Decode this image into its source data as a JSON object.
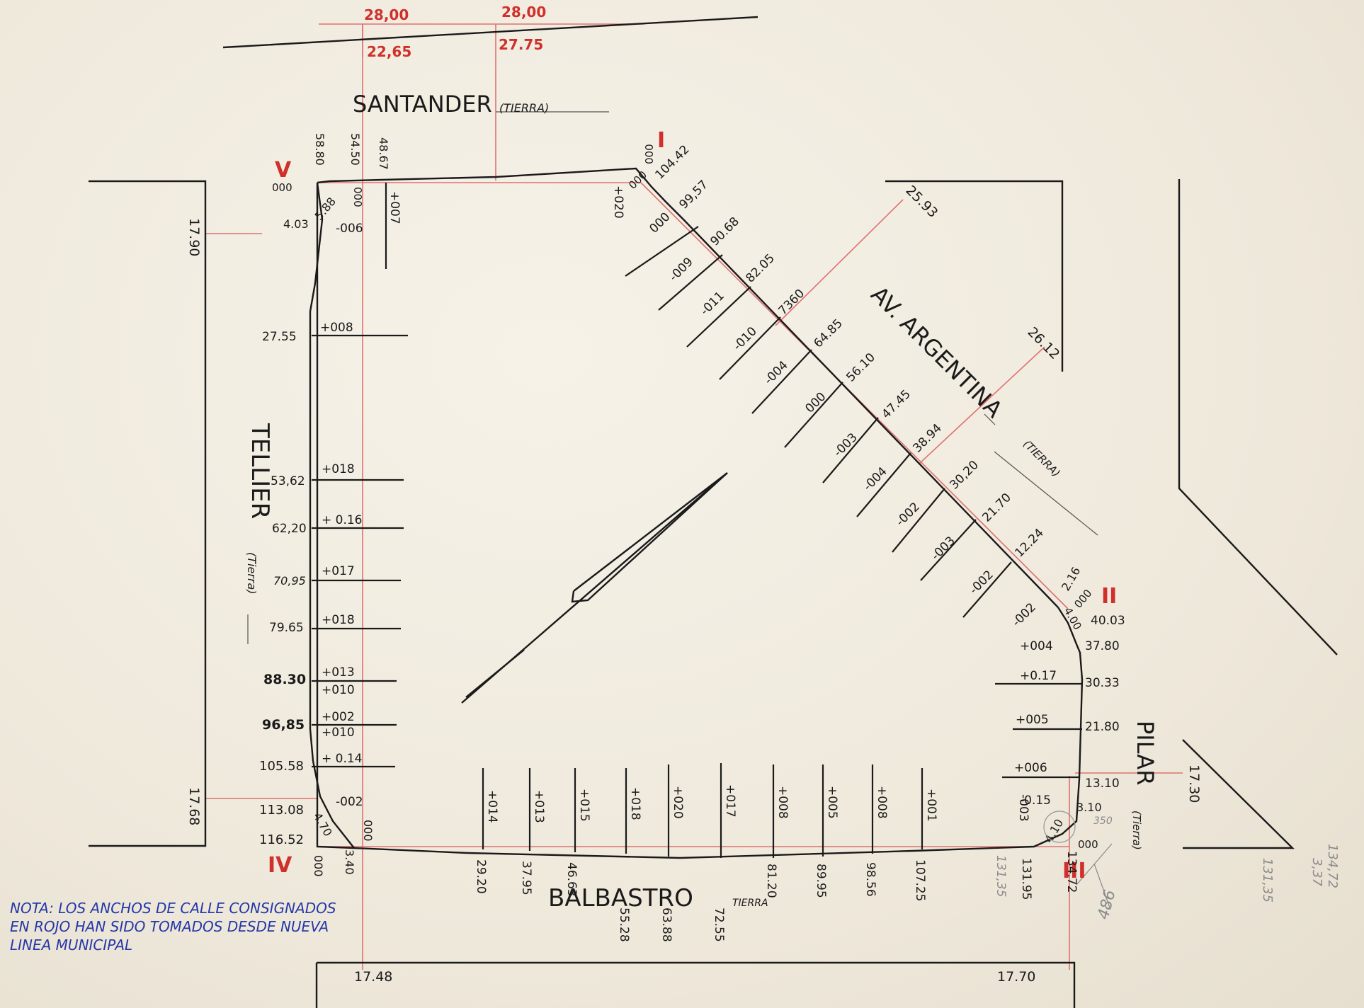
{
  "title_streets": {
    "santander": "SANTANDER",
    "santander_sub": "(TIERRA)",
    "tellier": "TELLIER",
    "tellier_sub": "(Tierra)",
    "av_argentina": "AV. ARGENTINA",
    "av_argentina_sub": "(TIERRA)",
    "pilar": "PILAR",
    "pilar_sub": "(Tierra)",
    "balbastro": "BALBASTRO",
    "balbastro_sub": "TIERRA"
  },
  "vertices": [
    "I",
    "II",
    "III",
    "IV",
    "V"
  ],
  "top_widths": [
    "28,00",
    "28,00",
    "22,65",
    "27.75"
  ],
  "street_widths": [
    "17.90",
    "17.68",
    "17.48",
    "17.70",
    "17.30",
    "25.93",
    "26.12"
  ],
  "north_stations": [
    "58.80",
    "54.50",
    "48.67",
    "000",
    "000",
    "4.03",
    "5.88",
    "-006",
    "+007",
    "+020",
    "000",
    "104.42",
    "000"
  ],
  "tellier_stations": [
    {
      "chain": "27.55",
      "level": "+008"
    },
    {
      "chain": "53,62",
      "level": "+018"
    },
    {
      "chain": "62,20",
      "level": "+ 0.16"
    },
    {
      "chain": "70,95",
      "level": "+017"
    },
    {
      "chain": "79.65",
      "level": "+018"
    },
    {
      "chain": "88.30",
      "level": "+013"
    },
    {
      "chain": "",
      "level": "+010"
    },
    {
      "chain": "96,85",
      "level": "+002"
    },
    {
      "chain": "",
      "level": "+010"
    },
    {
      "chain": "105.58",
      "level": "+ 0.14"
    },
    {
      "chain": "113.08",
      "level": "-002"
    },
    {
      "chain": "116.52",
      "level": "4.70"
    }
  ],
  "argentina_stations": [
    {
      "chain": "99,57",
      "level": "000"
    },
    {
      "chain": "90.68",
      "level": "-009"
    },
    {
      "chain": "82.05",
      "level": "-011"
    },
    {
      "chain": "7360",
      "level": "-010"
    },
    {
      "chain": "64.85",
      "level": "-004"
    },
    {
      "chain": "56.10",
      "level": "000"
    },
    {
      "chain": "47.45",
      "level": "-003"
    },
    {
      "chain": "38.94",
      "level": "-004"
    },
    {
      "chain": "30,20",
      "level": "-002"
    },
    {
      "chain": "21.70",
      "level": "-003"
    },
    {
      "chain": "12.24",
      "level": "-002"
    },
    {
      "chain": "2.16",
      "level": "-002"
    }
  ],
  "argentina_end": [
    "000",
    "4.00"
  ],
  "pilar_stations": [
    {
      "chain": "40.03",
      "level": ""
    },
    {
      "chain": "37.80",
      "level": "+004"
    },
    {
      "chain": "30.33",
      "level": "+0.17"
    },
    {
      "chain": "21.80",
      "level": "+005"
    },
    {
      "chain": "13.10",
      "level": "+006"
    },
    {
      "chain": "3.10",
      "level": "-0.15"
    }
  ],
  "pilar_extra": [
    "4.10",
    "000",
    "350"
  ],
  "balbastro_stations": [
    {
      "chain": "29.20",
      "level": "+014"
    },
    {
      "chain": "37.95",
      "level": "+013"
    },
    {
      "chain": "46.63",
      "level": "+015"
    },
    {
      "chain": "55.28",
      "level": "+018"
    },
    {
      "chain": "63.88",
      "level": "+020"
    },
    {
      "chain": "72.55",
      "level": "+017"
    },
    {
      "chain": "81.20",
      "level": "+008"
    },
    {
      "chain": "89.95",
      "level": "+005"
    },
    {
      "chain": "98.56",
      "level": "+008"
    },
    {
      "chain": "107.25",
      "level": "+001"
    },
    {
      "chain": "131.95",
      "level": "-003"
    },
    {
      "chain": "134.72",
      "level": ""
    }
  ],
  "balbastro_extra": [
    "000",
    "3.40",
    "000",
    "000",
    "131,35"
  ],
  "pencil_notes": [
    "486",
    "134,72",
    "3,37",
    "131,35"
  ],
  "note": {
    "line1": "NOTA: LOS ANCHOS DE CALLE CONSIGNADOS",
    "line2": "EN ROJO HAN SIDO TOMADOS DESDE NUEVA",
    "line3": "LINEA MUNICIPAL"
  }
}
